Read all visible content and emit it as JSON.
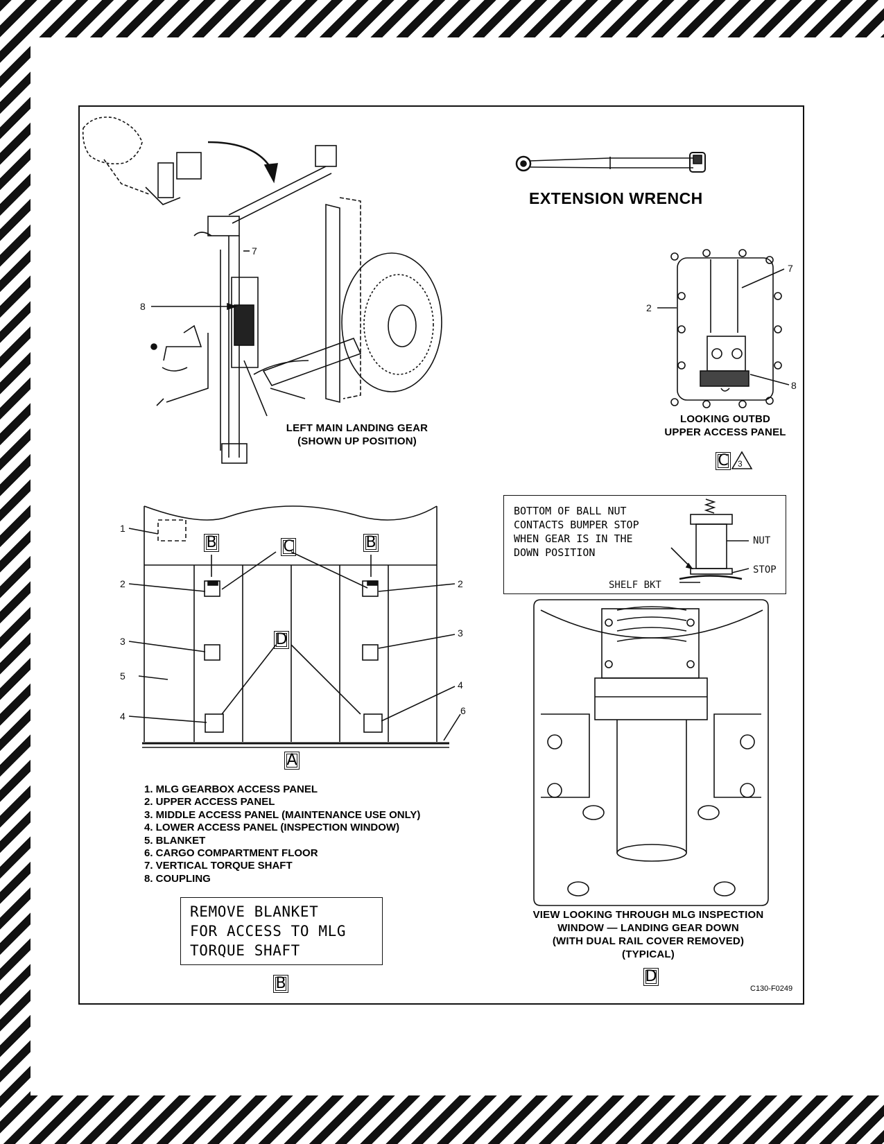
{
  "top_diagram": {
    "caption": "LEFT MAIN LANDING GEAR\n(SHOWN UP POSITION)",
    "callouts": [
      "7",
      "8"
    ]
  },
  "wrench": {
    "title": "EXTENSION WRENCH"
  },
  "view_c": {
    "caption": "LOOKING OUTBD\nUPPER ACCESS PANEL",
    "view_label": "C",
    "triangle_note": "3",
    "callouts": [
      "7",
      "2",
      "8"
    ]
  },
  "view_a": {
    "view_label": "A",
    "box_labels": [
      "B",
      "C",
      "B",
      "D"
    ],
    "callouts": [
      "1",
      "2",
      "2",
      "3",
      "3",
      "5",
      "4",
      "4",
      "6"
    ]
  },
  "legend": [
    "1.  MLG GEARBOX ACCESS PANEL",
    "2.  UPPER ACCESS PANEL",
    "3.  MIDDLE ACCESS PANEL (MAINTENANCE USE ONLY)",
    "4.  LOWER ACCESS PANEL (INSPECTION WINDOW)",
    "5.  BLANKET",
    "6.  CARGO COMPARTMENT FLOOR",
    "7.  VERTICAL TORQUE SHAFT",
    "8.  COUPLING"
  ],
  "view_b": {
    "note": "REMOVE BLANKET\nFOR ACCESS TO MLG\nTORQUE SHAFT",
    "view_label": "B"
  },
  "view_d": {
    "note": "BOTTOM OF BALL NUT\nCONTACTS BUMPER STOP\nWHEN GEAR IS IN THE\nDOWN POSITION",
    "detail_labels": {
      "nut": "NUT",
      "stop": "STOP",
      "shelf": "SHELF BKT"
    },
    "caption": "VIEW LOOKING THROUGH MLG INSPECTION\nWINDOW — LANDING GEAR DOWN\n(WITH DUAL RAIL COVER REMOVED)\n(TYPICAL)",
    "view_label": "D"
  },
  "figure_id": "C130-F0249"
}
